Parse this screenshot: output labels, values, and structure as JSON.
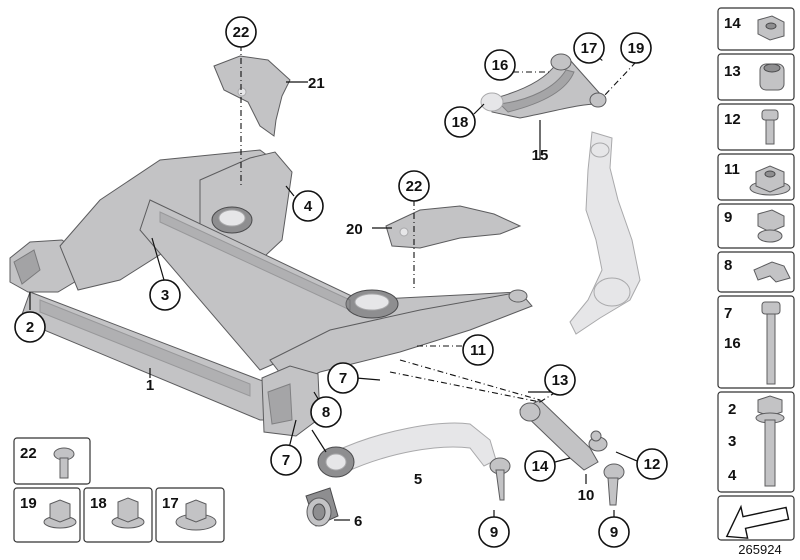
{
  "diagram": {
    "callouts": [
      "22",
      "21",
      "4",
      "3",
      "2",
      "1",
      "22",
      "20",
      "16",
      "17",
      "19",
      "18",
      "15",
      "11",
      "7",
      "8",
      "7",
      "5",
      "6",
      "13",
      "14",
      "12",
      "10",
      "9",
      "9"
    ],
    "right_panel_labels": [
      "14",
      "13",
      "12",
      "11",
      "9",
      "8",
      "7",
      "16",
      "2",
      "3",
      "4"
    ],
    "bottom_panel_labels": [
      "22",
      "19",
      "18",
      "17"
    ],
    "reference_number": "265924"
  }
}
